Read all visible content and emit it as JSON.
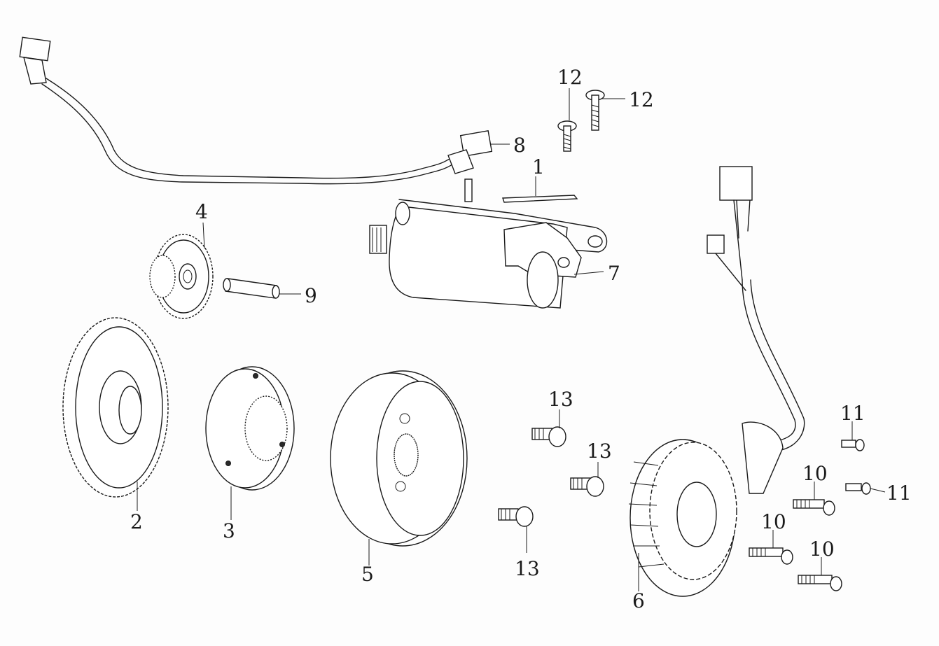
{
  "callouts": {
    "c1": "1",
    "c2": "2",
    "c3": "3",
    "c4": "4",
    "c5": "5",
    "c6": "6",
    "c7": "7",
    "c8": "8",
    "c9": "9",
    "c10a": "10",
    "c10b": "10",
    "c10c": "10",
    "c11a": "11",
    "c11b": "11",
    "c12a": "12",
    "c12b": "12",
    "c13a": "13",
    "c13b": "13",
    "c13c": "13"
  }
}
